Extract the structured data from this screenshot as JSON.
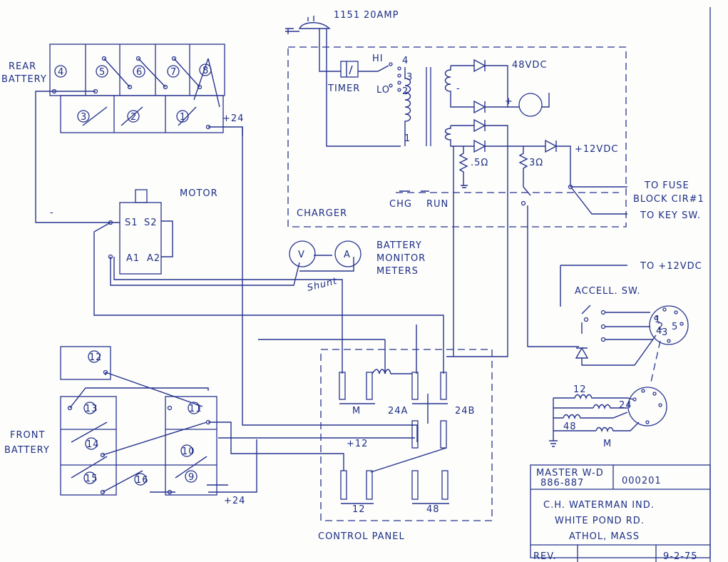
{
  "header": {
    "model": "1151",
    "amperage": "20AMP"
  },
  "rear_battery": {
    "label_line1": "REAR",
    "label_line2": "BATTERY",
    "cells": [
      "4",
      "5",
      "6",
      "7",
      "8",
      "3",
      "2",
      "1"
    ],
    "plus24": "+24"
  },
  "motor": {
    "label": "MOTOR",
    "s1": "S1",
    "s2": "S2",
    "a1": "A1",
    "a2": "A2",
    "minus": "-"
  },
  "charger": {
    "label": "CHARGER",
    "timer": "TIMER",
    "hi": "HI",
    "lo": "LO",
    "taps": [
      "4",
      "3",
      "2",
      "1"
    ],
    "vdc48": "48VDC",
    "vdc12": "+12VDC",
    "r1": ".5Ω",
    "r2": "3Ω",
    "chg": "CHG",
    "run": "RUN",
    "to_fuse_1": "TO FUSE",
    "to_fuse_2": "BLOCK CIR#1",
    "to_key": "TO KEY SW."
  },
  "meters": {
    "v": "V",
    "a": "A",
    "line1": "BATTERY",
    "line2": "MONITOR",
    "line3": "METERS",
    "shunt": "Shunt"
  },
  "accel": {
    "to12": "TO +12VDC",
    "label": "ACCELL. SW.",
    "plug_pins": [
      "1",
      "2",
      "3",
      "4",
      "5"
    ]
  },
  "windings": {
    "w12": "12",
    "w24": "24",
    "w48": "48",
    "wm": "M"
  },
  "front_battery": {
    "label_line1": "FRONT",
    "label_line2": "BATTERY",
    "cells": [
      "12",
      "13",
      "11",
      "14",
      "10",
      "15",
      "16",
      "9"
    ],
    "plus24": "+24"
  },
  "control_panel": {
    "label": "CONTROL PANEL",
    "m": "M",
    "c24a": "24A",
    "c24b": "24B",
    "c12": "12",
    "c48": "48",
    "plus12": "+12"
  },
  "title_block": {
    "master_line1": "MASTER W-D",
    "master_line2": "886-887",
    "drawing_no": "000201",
    "company": "C.H. WATERMAN IND.",
    "street": "WHITE POND RD.",
    "city": "ATHOL, MASS",
    "rev": "REV.",
    "date": "9-2-75"
  }
}
